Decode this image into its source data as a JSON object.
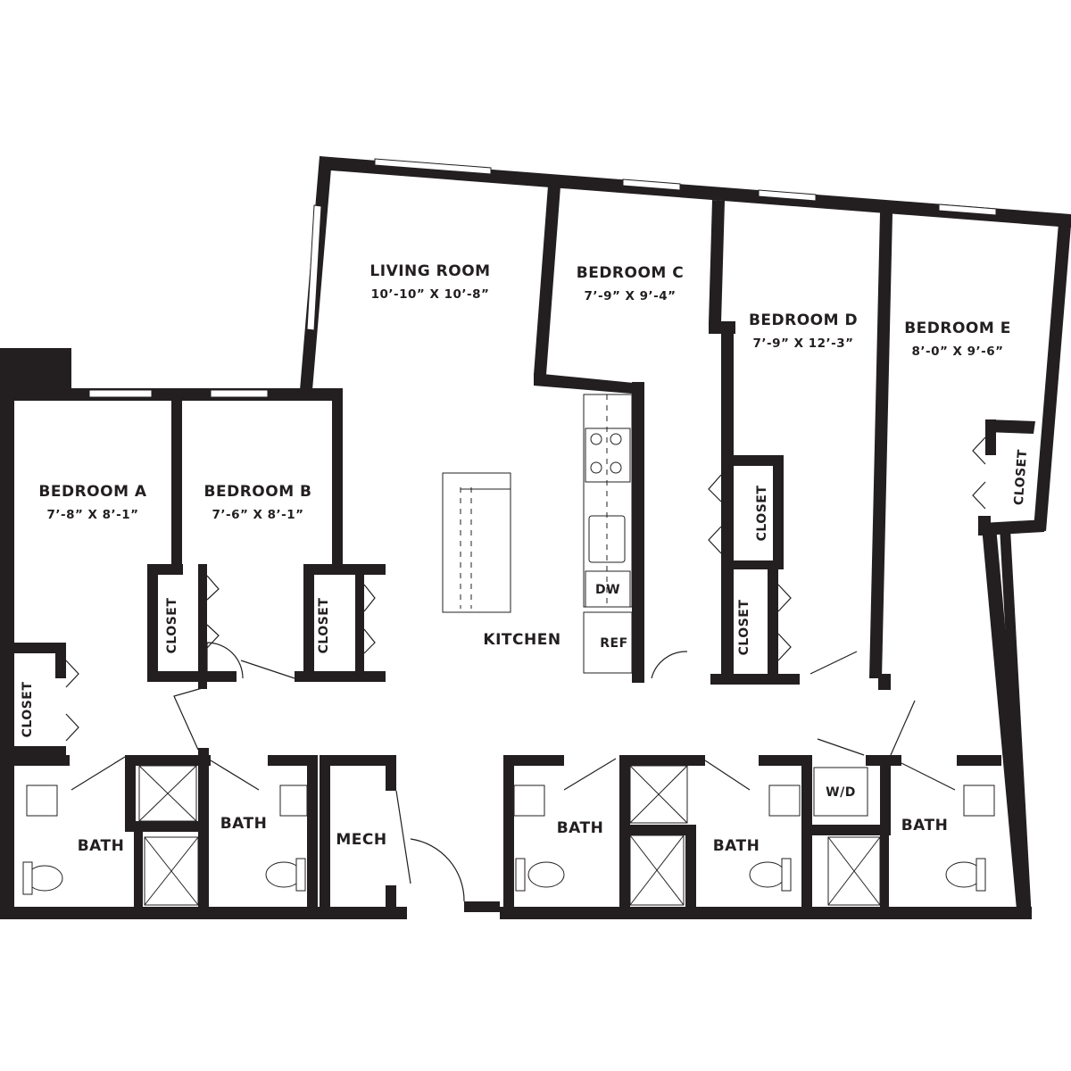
{
  "rooms": {
    "living_room": {
      "name": "LIVING ROOM",
      "dims": "10’-10” X 10’-8”"
    },
    "bedroom_a": {
      "name": "BEDROOM A",
      "dims": "7’-8” X 8’-1”"
    },
    "bedroom_b": {
      "name": "BEDROOM B",
      "dims": "7’-6” X 8’-1”"
    },
    "bedroom_c": {
      "name": "BEDROOM C",
      "dims": "7’-9” X 9’-4”"
    },
    "bedroom_d": {
      "name": "BEDROOM D",
      "dims": "7’-9” X 12’-3”"
    },
    "bedroom_e": {
      "name": "BEDROOM E",
      "dims": "8’-0” X 9’-6”"
    },
    "kitchen": {
      "name": "KITCHEN"
    },
    "mech": {
      "name": "MECH"
    },
    "bath": {
      "name": "BATH"
    },
    "wd": {
      "name": "W/D"
    }
  },
  "labels": {
    "closet": "CLOSET",
    "dishwasher": "DW",
    "refrigerator": "REF"
  },
  "colors": {
    "wall": "#231f20",
    "background": "#ffffff"
  }
}
